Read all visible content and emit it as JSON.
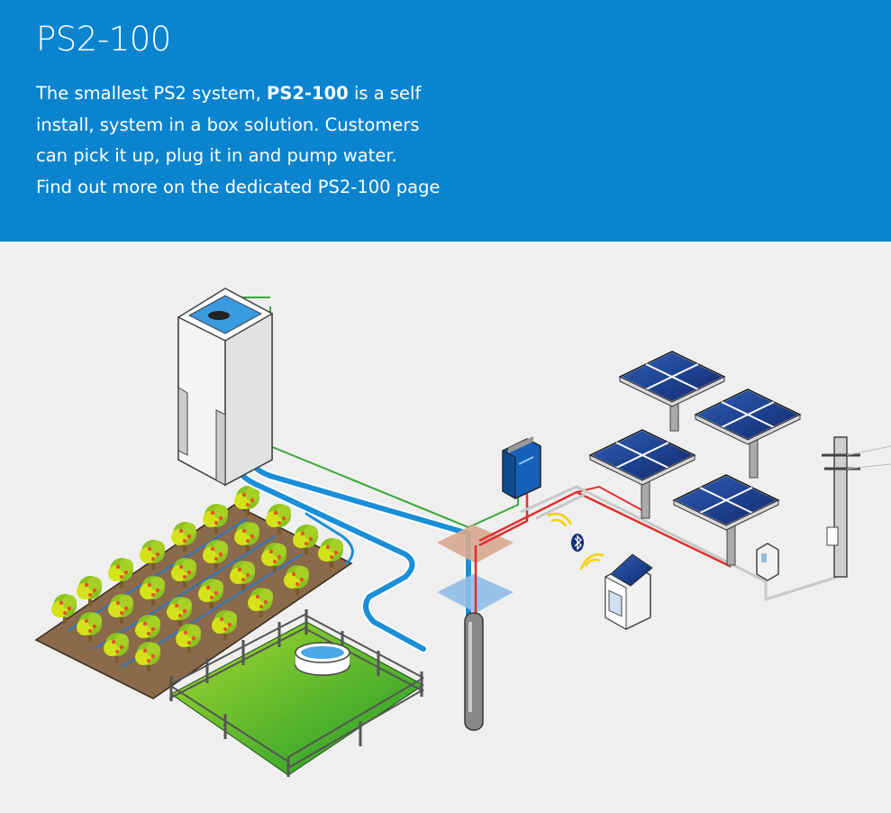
{
  "hero": {
    "title": "PS2-100",
    "desc_line1_pre": "The smallest PS2 system, ",
    "desc_bold": "PS2-100",
    "desc_line1_post": " is a self",
    "desc_line2": "install, system in a box solution. Customers",
    "desc_line3": "can pick it up, plug it in and pump water.",
    "desc_link": "Find out more on the dedicated PS2-100 page",
    "background_color": "#0a84cf"
  },
  "illustration": {
    "icons": [
      "water-tower-icon",
      "solar-panel-icon",
      "pump-controller-icon",
      "bluetooth-icon",
      "borehole-pump-icon",
      "orchard-icon",
      "pasture-icon",
      "water-trough-icon",
      "power-pole-icon",
      "sensor-box-icon",
      "remote-station-icon"
    ],
    "colors": {
      "water_pipe": "#1a8fd8",
      "dc_cable_red": "#e03030",
      "signal_green": "#3aa83a",
      "ac_cable_grey": "#c8c8c8",
      "panel_blue": "#1d3f8f"
    }
  }
}
